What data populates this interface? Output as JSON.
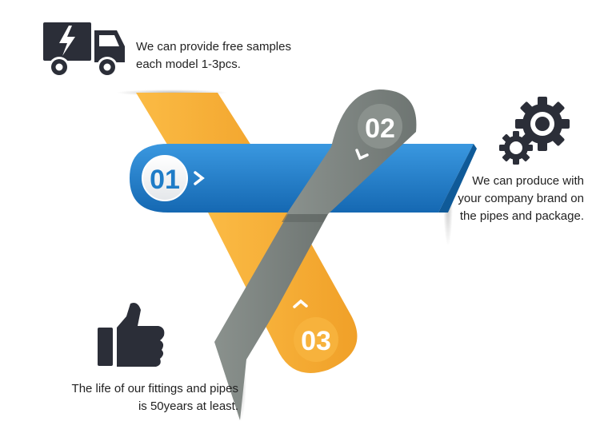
{
  "steps": [
    {
      "number": "01",
      "color": "#1f7cc7",
      "icon": "truck-icon",
      "lines": [
        "We can provide free samples",
        "each model 1-3pcs."
      ]
    },
    {
      "number": "02",
      "color": "#7e8581",
      "icon": "gears-icon",
      "lines": [
        "We can produce with",
        "your company brand on",
        "the pipes and package."
      ]
    },
    {
      "number": "03",
      "color": "#f5ad33",
      "icon": "thumbs-up-icon",
      "lines": [
        "The life of our fittings and  pipes",
        "is 50years at least."
      ]
    }
  ],
  "colors": {
    "icon_dark": "#2b2e38",
    "blue_dark": "#105ea0",
    "orange_dark": "#c98414",
    "grey_dark": "#5a605d"
  }
}
